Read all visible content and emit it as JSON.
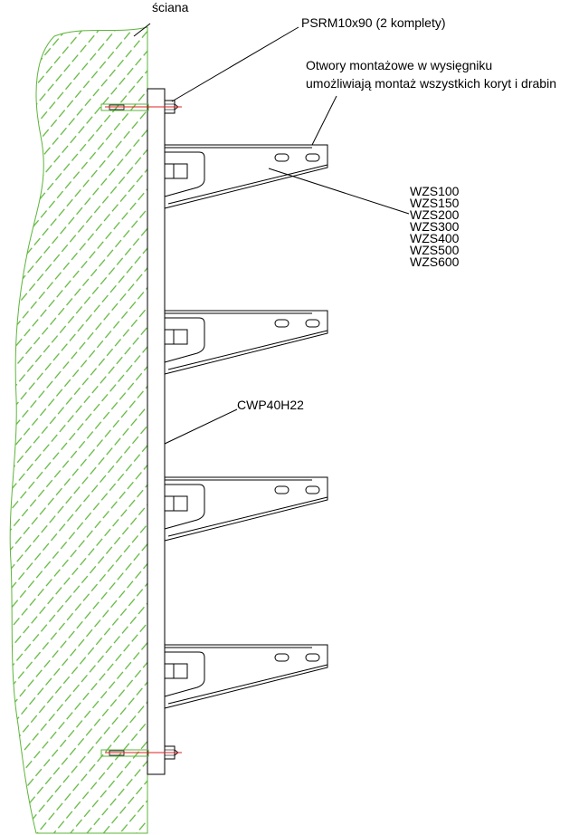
{
  "labels": {
    "wall": "ściana",
    "anchor": "PSRM10x90 (2 komplety)",
    "holes_line1": "Otwory montażowe w wysięgniku",
    "holes_line2": "umożliwiają montaż wszystkich koryt i drabin",
    "rail": "CWP40H22",
    "brackets": [
      "WZS100",
      "WZS150",
      "WZS200",
      "WZS300",
      "WZS400",
      "WZS500",
      "WZS600"
    ]
  },
  "colors": {
    "hatch": "#5db53a",
    "axis": "#e02020",
    "line": "#000000"
  }
}
